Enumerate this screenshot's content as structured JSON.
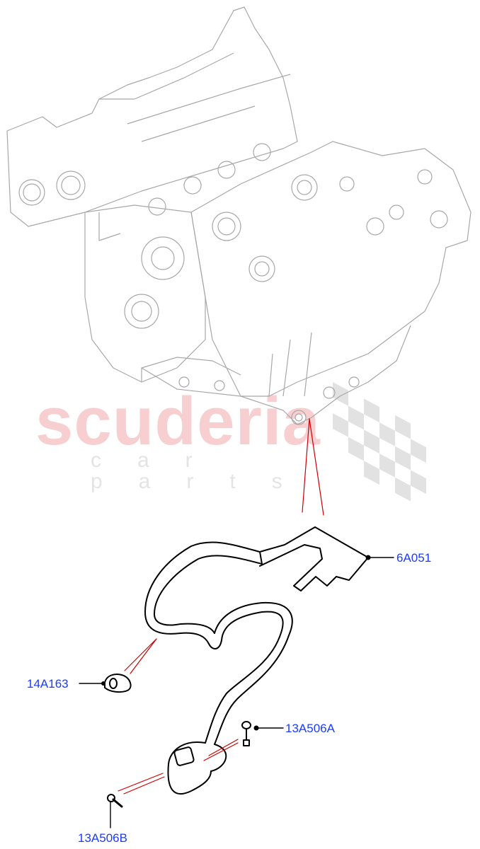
{
  "diagram": {
    "subject": "Engine with crankcase breather hose assembly",
    "callouts": [
      {
        "id": "6A051",
        "label": "6A051"
      },
      {
        "id": "14A163",
        "label": "14A163"
      },
      {
        "id": "13A506A",
        "label": "13A506A"
      },
      {
        "id": "13A506B",
        "label": "13A506B"
      }
    ],
    "colors": {
      "callout_text": "#1a3cff",
      "leader_line": "#000000",
      "pointer_line": "#cc0000",
      "engine_line": "#a8a8a8",
      "part_line": "#000000"
    }
  },
  "watermark": {
    "brand": "scuderia",
    "tagline": "car parts",
    "brand_color": "#f7cfd0",
    "tagline_color": "#e4e4e6",
    "checker_color": "#e2e2e2"
  }
}
